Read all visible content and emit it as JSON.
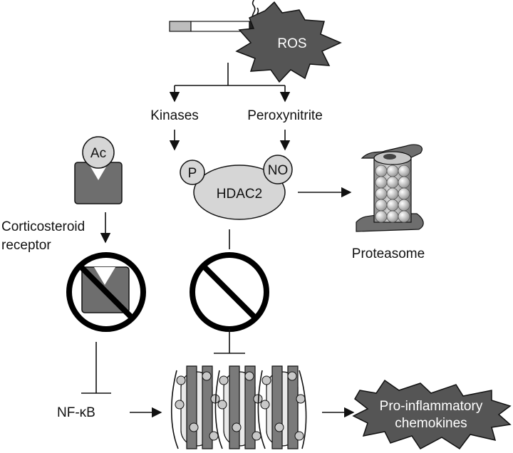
{
  "diagram": {
    "ros_label": "ROS",
    "kinases_label": "Kinases",
    "peroxynitrite_label": "Peroxynitrite",
    "ac_label": "Ac",
    "phospho_label": "P",
    "nitro_label": "NO",
    "hdac2_label": "HDAC2",
    "receptor_label_line1": "Corticosteroid",
    "receptor_label_line2": "receptor",
    "proteasome_label": "Proteasome",
    "nfkb_label": "NF-κB",
    "chemokines_line1": "Pro-inflammatory",
    "chemokines_line2": "chemokines",
    "colors": {
      "burst_fill": "#555555",
      "receptor_fill": "#6e6e6e",
      "hdac_fill": "#d6d6d6",
      "prohibit_stroke": "#000000"
    },
    "icons": [
      "cigarette-icon",
      "ros-burst-icon",
      "proteasome-icon",
      "prohibit-icon",
      "nucleosome-icon"
    ]
  }
}
